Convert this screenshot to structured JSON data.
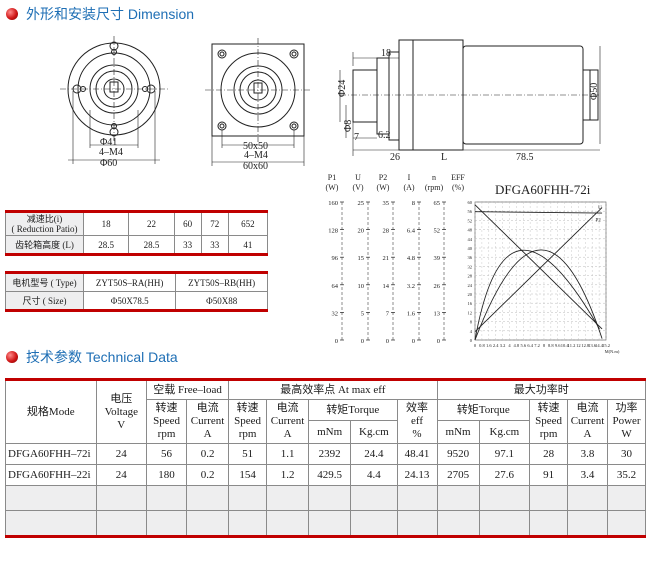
{
  "sections": {
    "dimension_title": "外形和安装尺寸 Dimension",
    "tech_title": "技术参数 Technical Data"
  },
  "drawing": {
    "round_front": {
      "d1": "Φ41",
      "d2": "4–M4",
      "d3": "Φ60"
    },
    "square_front": {
      "d1": "50x50",
      "d2": "4–M4",
      "d3": "60x60"
    },
    "side": {
      "d18": "18",
      "d24": "Φ24",
      "d8": "Φ8",
      "d7": "7",
      "d62": "6.2",
      "d26": "26",
      "dL": "L",
      "d785": "78.5",
      "d50": "Φ50"
    }
  },
  "curve": {
    "model": "DFGA60FHH-72i",
    "axis_heads": [
      {
        "sym": "P1",
        "unit": "(W)"
      },
      {
        "sym": "U",
        "unit": "(V)"
      },
      {
        "sym": "P2",
        "unit": "(W)"
      },
      {
        "sym": "I",
        "unit": "(A)"
      },
      {
        "sym": "n",
        "unit": "(rpm)"
      },
      {
        "sym": "EFF",
        "unit": "(%)"
      }
    ],
    "scales": [
      [
        "160",
        "128",
        "96",
        "64",
        "32",
        "0"
      ],
      [
        "25",
        "20",
        "15",
        "10",
        "5",
        "0"
      ],
      [
        "35",
        "28",
        "21",
        "14",
        "7",
        "0"
      ],
      [
        "8",
        "6.4",
        "4.8",
        "3.2",
        "1.6",
        "0"
      ],
      [
        "65",
        "52",
        "39",
        "26",
        "13",
        "0"
      ]
    ],
    "eff_ticks": [
      "60",
      "56",
      "52",
      "48",
      "44",
      "40",
      "36",
      "32",
      "28",
      "24",
      "20",
      "16",
      "12",
      "8",
      "4",
      "0"
    ],
    "x_ticks": [
      "0",
      "0.8",
      "1.6",
      "2.4",
      "3.2",
      "4",
      "4.8",
      "5.6",
      "6.4",
      "7.2",
      "8",
      "8.8",
      "9.6",
      "10.4",
      "11.2",
      "12",
      "12.8",
      "13.6",
      "14.4",
      "15.2"
    ],
    "x_unit": "M(N.m)",
    "labels": {
      "u": "U",
      "p2": "P2"
    }
  },
  "ratio_table": {
    "row1_label": "减速比(i)\n( Reduction Patio)",
    "row1": [
      "18",
      "22",
      "60",
      "72",
      "652"
    ],
    "row2_label": "齿轮箱高度 (L)",
    "row2": [
      "28.5",
      "28.5",
      "33",
      "33",
      "41"
    ]
  },
  "motor_table": {
    "row1_label": "电机型号 ( Type)",
    "row1": [
      "ZYT50S–RA(HH)",
      "ZYT50S–RB(HH)"
    ],
    "row2_label": "尺寸 ( Size)",
    "row2": [
      "Φ50X78.5",
      "Φ50X88"
    ]
  },
  "tech": {
    "h_model": "规格Mode",
    "h_voltage": "电压\nVoltage\nV",
    "h_free": "空载 Free–load",
    "h_maxeff": "最高效率点 At max eff",
    "h_maxpow": "最大功率时",
    "speed": "转速\nSpeed\nrpm",
    "current": "电流\nCurrent\nA",
    "torque": "转矩Torque",
    "eff": "效率\neff\n%",
    "power": "功率\nPower\nW",
    "mnm": "mNm",
    "kgcm": "Kg.cm",
    "rows": [
      [
        "DFGA60FHH–72i",
        "24",
        "56",
        "0.2",
        "51",
        "1.1",
        "2392",
        "24.4",
        "48.41",
        "9520",
        "97.1",
        "28",
        "3.8",
        "30"
      ],
      [
        "DFGA60FHH–22i",
        "24",
        "180",
        "0.2",
        "154",
        "1.2",
        "429.5",
        "4.4",
        "24.13",
        "2705",
        "27.6",
        "91",
        "3.4",
        "35.2"
      ]
    ]
  }
}
